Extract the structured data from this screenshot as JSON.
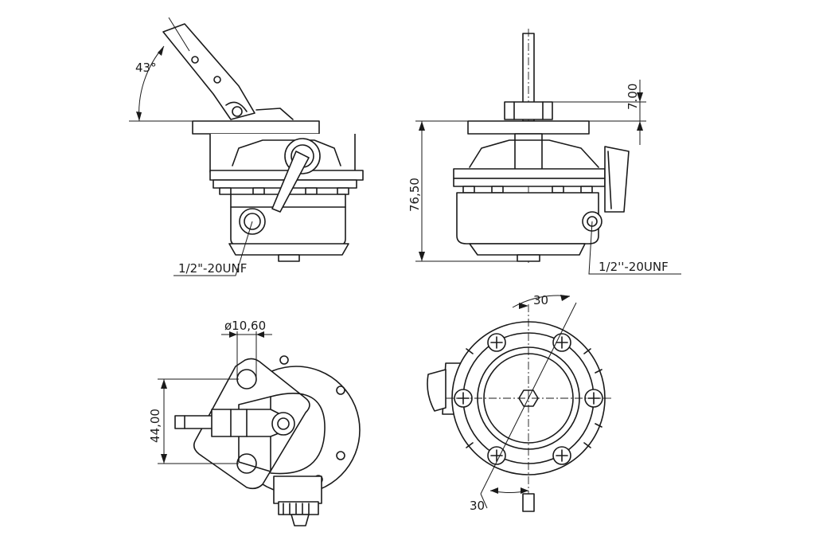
{
  "views": {
    "side_left": {
      "angle_label": "43°",
      "thread_label": "1/2\"-20UNF"
    },
    "side_right": {
      "height_label": "76,50",
      "offset_label": "7.00",
      "thread_label": "1/2''-20UNF"
    },
    "bottom": {
      "diameter_label": "ø10,60",
      "width_label": "44,00"
    },
    "top": {
      "angle_top_label": "30",
      "angle_bottom_label": "30"
    }
  }
}
